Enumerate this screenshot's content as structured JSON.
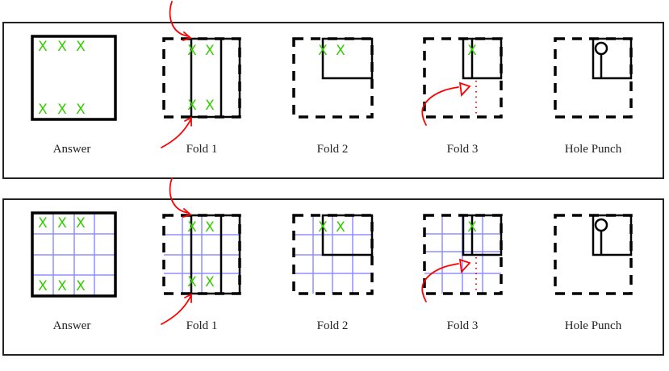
{
  "panels": [
    {
      "id": "plain",
      "labels": [
        "Answer",
        "Fold 1",
        "Fold 2",
        "Fold 3",
        "Hole Punch"
      ],
      "grid": false
    },
    {
      "id": "gridded",
      "labels": [
        "Answer",
        "Fold 1",
        "Fold 2",
        "Fold 3",
        "Hole Punch"
      ],
      "grid": true
    }
  ],
  "marks": {
    "x_symbol": "X"
  },
  "colors": {
    "mark": "#33cc00",
    "annotation": "#ff0000",
    "grid": "#8888ff",
    "line": "#000000"
  }
}
